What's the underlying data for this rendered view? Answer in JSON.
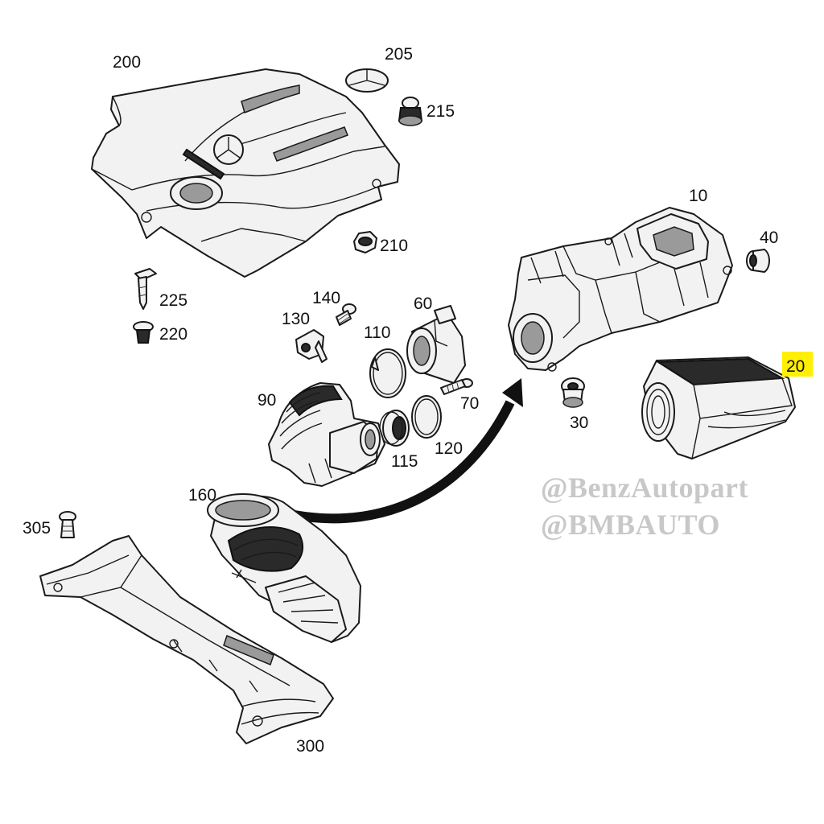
{
  "parts": {
    "p200": "200",
    "p205": "205",
    "p215": "215",
    "p210": "210",
    "p225": "225",
    "p220": "220",
    "p140": "140",
    "p130": "130",
    "p60": "60",
    "p110": "110",
    "p90": "90",
    "p70": "70",
    "p115": "115",
    "p120": "120",
    "p10": "10",
    "p40": "40",
    "p20": "20",
    "p30": "30",
    "p160": "160",
    "p305": "305",
    "p300": "300"
  },
  "highlight_color": "#ffef00",
  "watermarks": {
    "line1": "@BenzAutopart",
    "line2": "@BMBAUTO"
  }
}
